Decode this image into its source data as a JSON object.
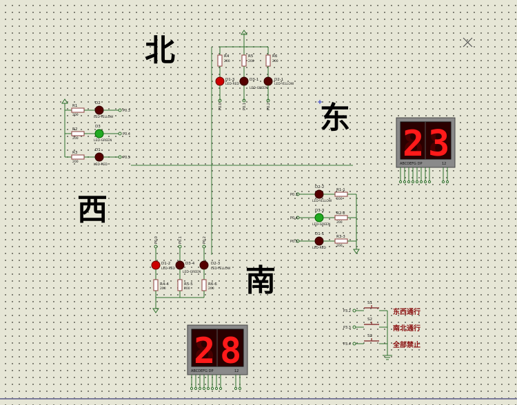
{
  "directions": {
    "north": "北",
    "east": "东",
    "west": "西",
    "south": "南"
  },
  "display_east": {
    "digits": [
      "2",
      "3"
    ],
    "pins": "ABCDEFG  DP",
    "pins2": "12"
  },
  "display_south": {
    "digits": [
      "2",
      "8"
    ],
    "pins": "ABCDEFG  DP",
    "pins2": "12"
  },
  "north_group": {
    "resistors": [
      "R4",
      "R5",
      "R6"
    ],
    "res_value": "200",
    "leds": [
      "D1-3",
      "D3-1",
      "D2-1"
    ],
    "led_types": [
      "LED-RED",
      "LED-GREEN",
      "LED-YELLOW"
    ],
    "ports": [
      "P0.0",
      "P0.1",
      "P0.2"
    ]
  },
  "west_group": {
    "resistors": [
      "R1",
      "R2",
      "R3"
    ],
    "res_value": "200",
    "leds": [
      "D2",
      "D3",
      "D1"
    ],
    "led_types": [
      "LED-YELLOW",
      "LED-GREEN",
      "LED-RED"
    ],
    "ports": [
      "P0.3",
      "P0.4",
      "P0.5"
    ]
  },
  "east_group": {
    "resistors": [
      "R1-1",
      "R2-2",
      "R3-3"
    ],
    "res_value": "200",
    "leds": [
      "D2-2",
      "D3-3",
      "D1-1"
    ],
    "led_types": [
      "LED-YELLOW",
      "LED-GREEN",
      "LED-RED"
    ],
    "ports": [
      "P0.3",
      "P0.4",
      "P0.5"
    ]
  },
  "south_group": {
    "resistors": [
      "R4-4",
      "R5-5",
      "R6-6"
    ],
    "res_value": "200",
    "leds": [
      "D1-2",
      "D3-4",
      "D2-3"
    ],
    "led_types": [
      "LED-RED",
      "LED-GREEN",
      "LED-YELLOW"
    ],
    "ports": [
      "P0.0",
      "P0.1",
      "P0.2"
    ]
  },
  "switches": [
    {
      "name": "S1",
      "port": "P3.2",
      "label": "东西通行"
    },
    {
      "name": "S2",
      "port": "P3.3",
      "label": "南北通行"
    },
    {
      "name": "S3",
      "port": "P3.4",
      "label": "全部禁止"
    }
  ],
  "colors": {
    "wire": "#2a6e2a",
    "led_red": "#cc0000",
    "led_green": "#22aa22",
    "led_off": "#550000",
    "segment_on": "#ff1a1a"
  },
  "icons": {
    "close": "close-x-icon"
  }
}
